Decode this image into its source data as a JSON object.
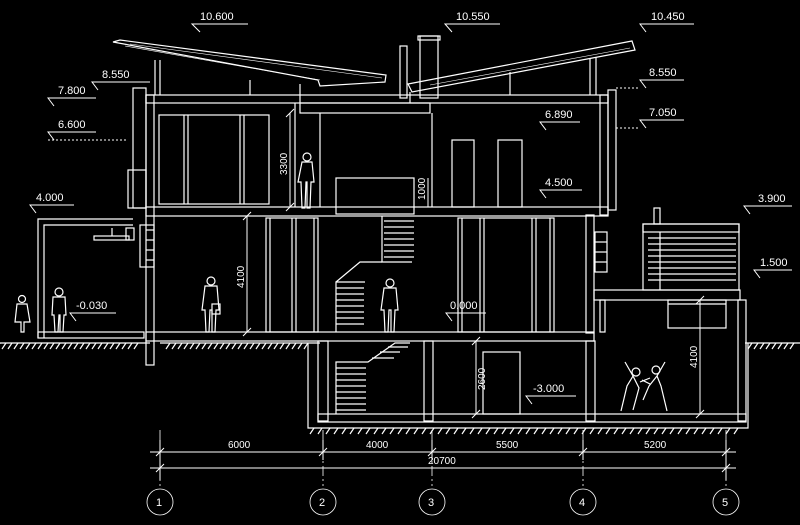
{
  "levels": {
    "roof_west": "10.600",
    "roof_mid": "10.550",
    "roof_east": "10.450",
    "eave_west": "8.550",
    "eave_east": "8.550",
    "parapet_west": "7.800",
    "ceiling_east": "7.050",
    "ceiling_west": "6.600",
    "window_head": "6.890",
    "second_floor": "4.500",
    "annex_roof": "4.000",
    "terrace_roof": "3.900",
    "terrace": "1.500",
    "ground_floor": "0.000",
    "outside_ground": "-0.030",
    "basement": "-3.000"
  },
  "heights": {
    "upper_room": "3300",
    "stair_rail": "1000",
    "ground_room": "4100",
    "basement": "2600",
    "terrace_basement": "4100"
  },
  "spans": {
    "a1_a2": "6000",
    "a2_a3": "4000",
    "a3_a4": "5500",
    "a4_a5": "5200",
    "total": "20700"
  },
  "axes": [
    "1",
    "2",
    "3",
    "4",
    "5"
  ],
  "colors": {
    "background": "#000000",
    "line": "#ffffff"
  }
}
